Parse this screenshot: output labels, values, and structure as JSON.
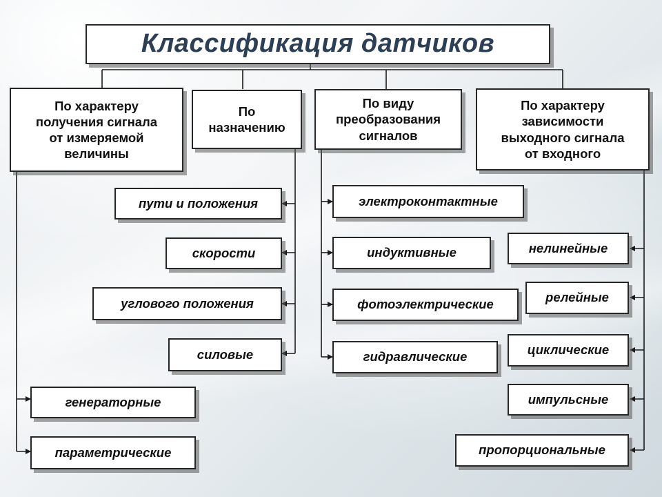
{
  "title": "Классификация датчиков",
  "categories": [
    {
      "label": "По характеру\nполучения сигнала\nот измеряемой\nвеличины",
      "items": [
        "генераторные",
        "параметрические"
      ]
    },
    {
      "label": "По\nназначению",
      "items": [
        "пути и положения",
        "скорости",
        "углового положения",
        "силовые"
      ]
    },
    {
      "label": "По виду\nпреобразования\nсигналов",
      "items": [
        "электроконтактные",
        "индуктивные",
        "фотоэлектрические",
        "гидравлические"
      ]
    },
    {
      "label": "По характеру\nзависимости\nвыходного сигнала\nот входного",
      "items": [
        "нелинейные",
        "релейные",
        "циклические",
        "импульсные",
        "пропорциональные"
      ]
    }
  ],
  "colors": {
    "title_text": "#2c3f54",
    "border": "#262626",
    "shadow": "#5a5a5a",
    "box_fill": "#ffffff"
  }
}
